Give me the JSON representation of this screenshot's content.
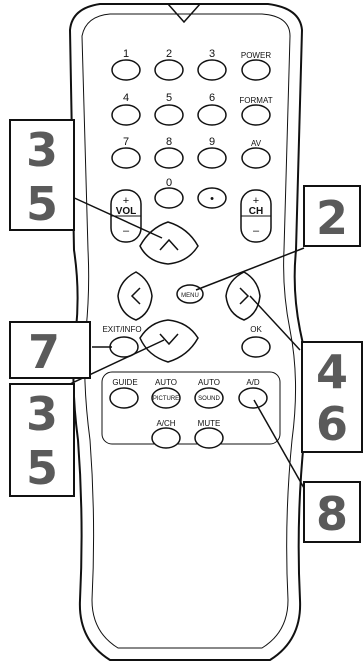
{
  "remote": {
    "number_keys": [
      "1",
      "2",
      "3",
      "4",
      "5",
      "6",
      "7",
      "8",
      "9",
      "0"
    ],
    "power": "POWER",
    "format": "FORMAT",
    "av": "AV",
    "dot": "•",
    "vol": "VOL",
    "ch": "CH",
    "plus": "+",
    "minus": "–",
    "menu": "MENU",
    "exit_info": "EXIT/INFO",
    "ok": "OK",
    "guide": "GUIDE",
    "auto1": "AUTO",
    "picture": "PICTURE",
    "auto2": "AUTO",
    "sound": "SOUND",
    "ad": "A/D",
    "ach": "A/CH",
    "mute": "MUTE"
  },
  "callouts": {
    "left_top_a": "3",
    "left_top_b": "5",
    "right_top": "2",
    "left_mid": "7",
    "right_mid_a": "4",
    "right_mid_b": "6",
    "left_bot_a": "3",
    "left_bot_b": "5",
    "right_bot": "8"
  },
  "colors": {
    "body": "#ffffff",
    "outline": "#111111",
    "callout_fill": "#5a5a5a",
    "callout_box": "#111111"
  }
}
